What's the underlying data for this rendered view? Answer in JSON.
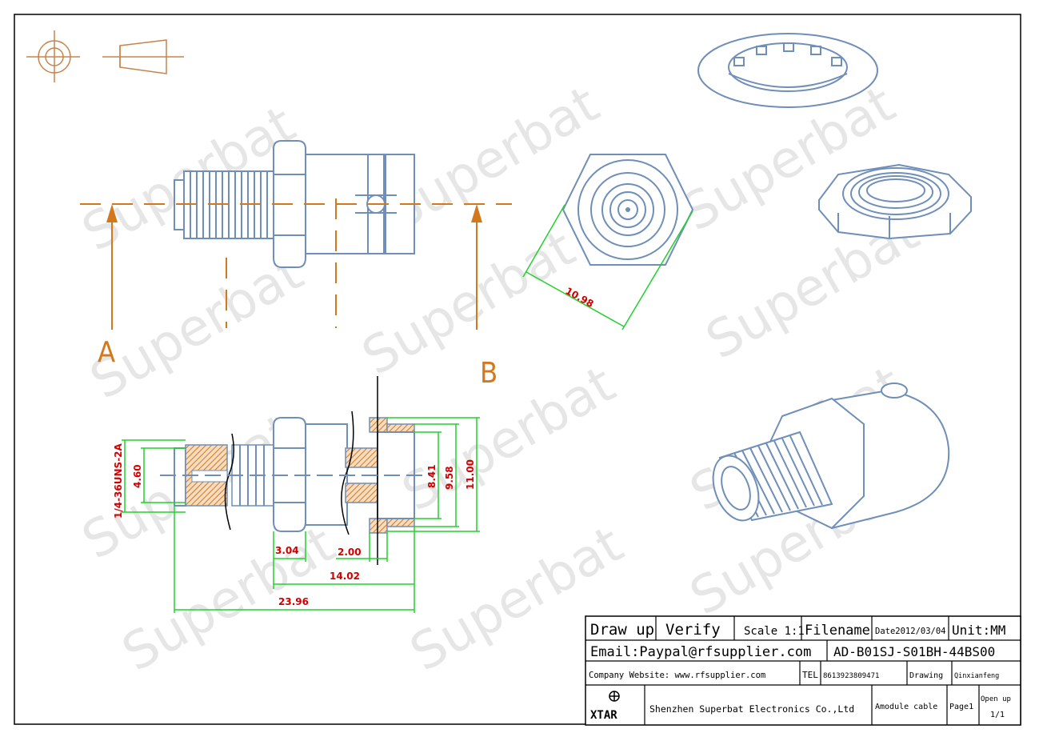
{
  "watermark": "Superbat",
  "section_labels": {
    "a": "A",
    "b": "B"
  },
  "dimensions": {
    "hex_across": "10.98",
    "thread_spec": "1/4-36UNS-2A",
    "d_460": "4.60",
    "d_841": "8.41",
    "d_958": "9.58",
    "d_1100": "11.00",
    "l_304": "3.04",
    "l_200": "2.00",
    "l_1402": "14.02",
    "l_2396": "23.96"
  },
  "title_block": {
    "draw_up": "Draw up",
    "verify": "Verify",
    "scale": "Scale 1:1",
    "filename": "Filename",
    "date": "Date2012/03/04",
    "unit": "Unit:MM",
    "email": "Email:Paypal@rfsupplier.com",
    "part_no": "AD-B01SJ-S01BH-44BS00",
    "website": "Company Website:  www.rfsupplier.com",
    "tel_label": "TEL",
    "tel": "8613923809471",
    "drawing": "Drawing",
    "drawer": "Qinxianfeng",
    "logo": "XTAR",
    "company": "Shenzhen Superbat Electronics Co.,Ltd",
    "product": "Amodule cable",
    "page": "Page1",
    "open_up": "Open up",
    "open_up_frac": "1/1"
  },
  "colors": {
    "part_outline": "#6f8fb8",
    "section_line": "#d4781e",
    "dimension_line": "#22d02e",
    "dimension_text": "#d40000",
    "hatch": "#d4781e"
  }
}
